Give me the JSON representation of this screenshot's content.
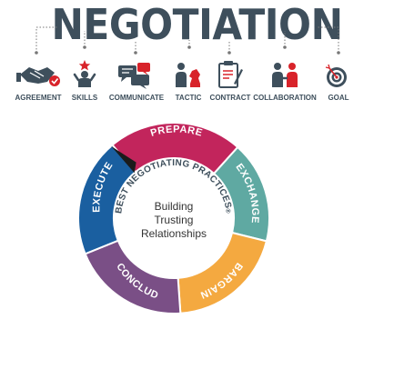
{
  "title": "NEGOTIATION",
  "icons": [
    {
      "label": "AGREEMENT",
      "icon": "handshake-check-icon"
    },
    {
      "label": "SKILLS",
      "icon": "person-star-icon"
    },
    {
      "label": "COMMUNICATE",
      "icon": "speech-bubbles-icon"
    },
    {
      "label": "TACTIC",
      "icon": "person-chess-knight-icon"
    },
    {
      "label": "CONTRACT",
      "icon": "clipboard-pen-icon"
    },
    {
      "label": "COLLABORATION",
      "icon": "two-people-icon"
    },
    {
      "label": "GOAL",
      "icon": "target-arrow-icon"
    }
  ],
  "wheel": {
    "ring_label": "BEST NEGOTIATING PRACTICES",
    "registered_mark": "®",
    "center_lines": [
      "Building",
      "Trusting",
      "Relationships"
    ],
    "segments": [
      {
        "label": "PREPARE",
        "color": "#c2255c"
      },
      {
        "label": "EXCHANGE",
        "color": "#5fa9a2"
      },
      {
        "label": "BARGAIN",
        "color": "#f4a940"
      },
      {
        "label": "CONCLUDE",
        "color": "#7a4f86"
      },
      {
        "label": "EXECUTE",
        "color": "#1a5fa0"
      }
    ]
  },
  "colors": {
    "dark": "#3e4f5c",
    "accent_red": "#d8232a",
    "connector": "#777777"
  }
}
